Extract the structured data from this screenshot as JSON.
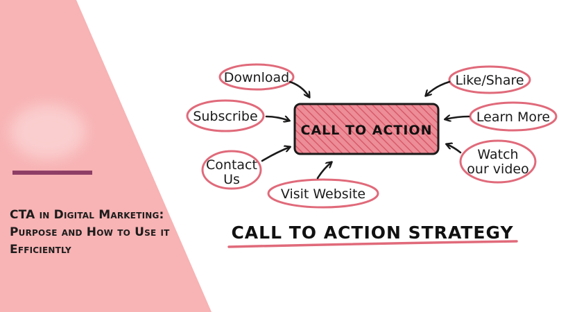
{
  "article": {
    "title": "CTA in Digital Marketing: Purpose and How to Use it Efficiently"
  },
  "diagram": {
    "center_label": "CALL TO ACTION",
    "strategy_label": "CALL TO ACTION STRATEGY",
    "nodes": {
      "download": "Download",
      "subscribe": "Subscribe",
      "contact_line1": "Contact",
      "contact_line2": "Us",
      "visit_website": "Visit Website",
      "like_share": "Like/Share",
      "learn_more": "Learn More",
      "watch_line1": "Watch",
      "watch_line2": "our video"
    }
  },
  "colors": {
    "panel_pink": "#f8b3b4",
    "accent_bar": "#8e3e66",
    "bubble_outline": "#e06a7a",
    "box_fill": "#e9848f"
  }
}
